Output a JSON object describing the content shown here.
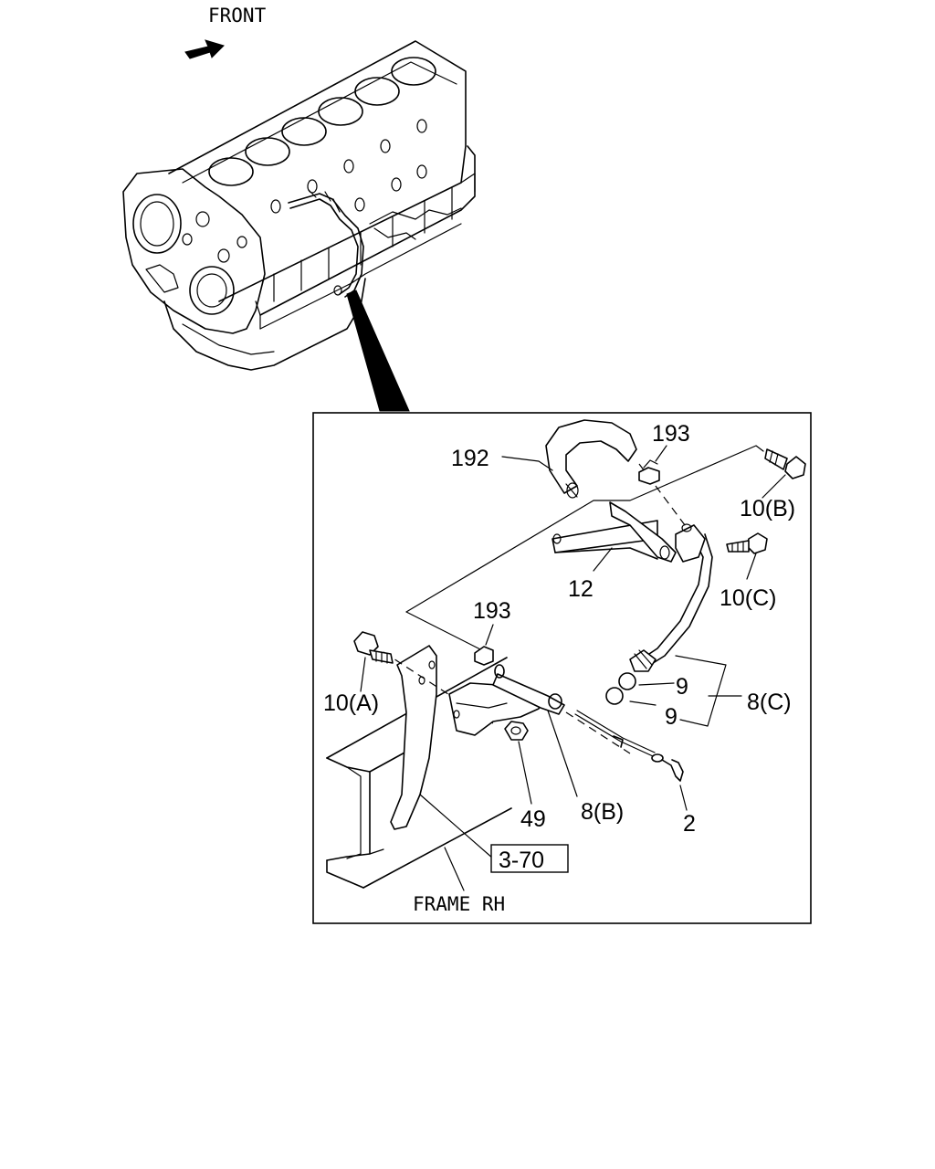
{
  "labels": {
    "front": "FRONT",
    "frame": "FRAME RH",
    "ref_box": "3-70",
    "p192": "192",
    "p193_top": "193",
    "p193_mid": "193",
    "p10b": "10(B)",
    "p10c": "10(C)",
    "p10a": "10(A)",
    "p12": "12",
    "p9_top": "9",
    "p9_bottom": "9",
    "p8c": "8(C)",
    "p8b": "8(B)",
    "p49": "49",
    "p2": "2"
  },
  "colors": {
    "line": "#000000",
    "background": "#ffffff"
  }
}
